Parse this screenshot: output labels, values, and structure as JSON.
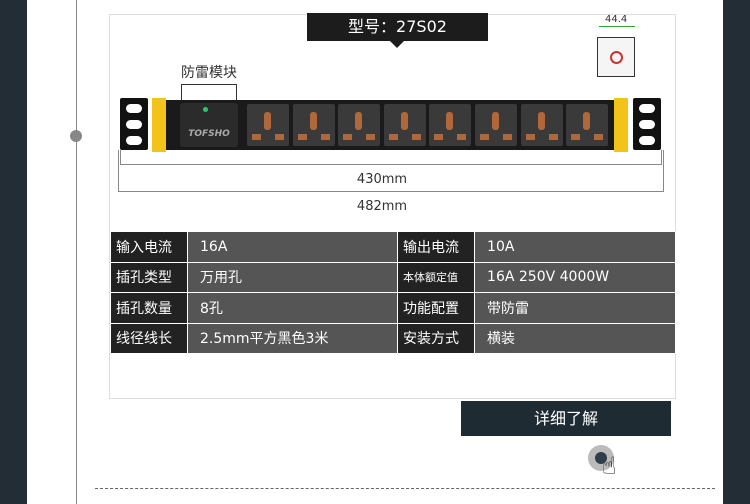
{
  "product": {
    "model_label": "型号：27S02",
    "spd_module_label": "防雷模块",
    "brand_mark": "TOFSHO",
    "side_dimension": "44.4",
    "inner_length": "430mm",
    "outer_length": "482mm",
    "outlet_count": 8
  },
  "specs": [
    {
      "k1": "输入电流",
      "v1": "16A",
      "k2": "输出电流",
      "v2": "10A"
    },
    {
      "k1": "插孔类型",
      "v1": "万用孔",
      "k2": "本体额定值",
      "v2": "16A 250V 4000W"
    },
    {
      "k1": "插孔数量",
      "v1": "8孔",
      "k2": "功能配置",
      "v2": "带防雷"
    },
    {
      "k1": "线径线长",
      "v1": "2.5mm平方黑色3米",
      "k2": "安装方式",
      "v2": "横装"
    }
  ],
  "more_button": "详细了解",
  "colors": {
    "dark": "#1f2b33",
    "accent": "#f2c318"
  }
}
